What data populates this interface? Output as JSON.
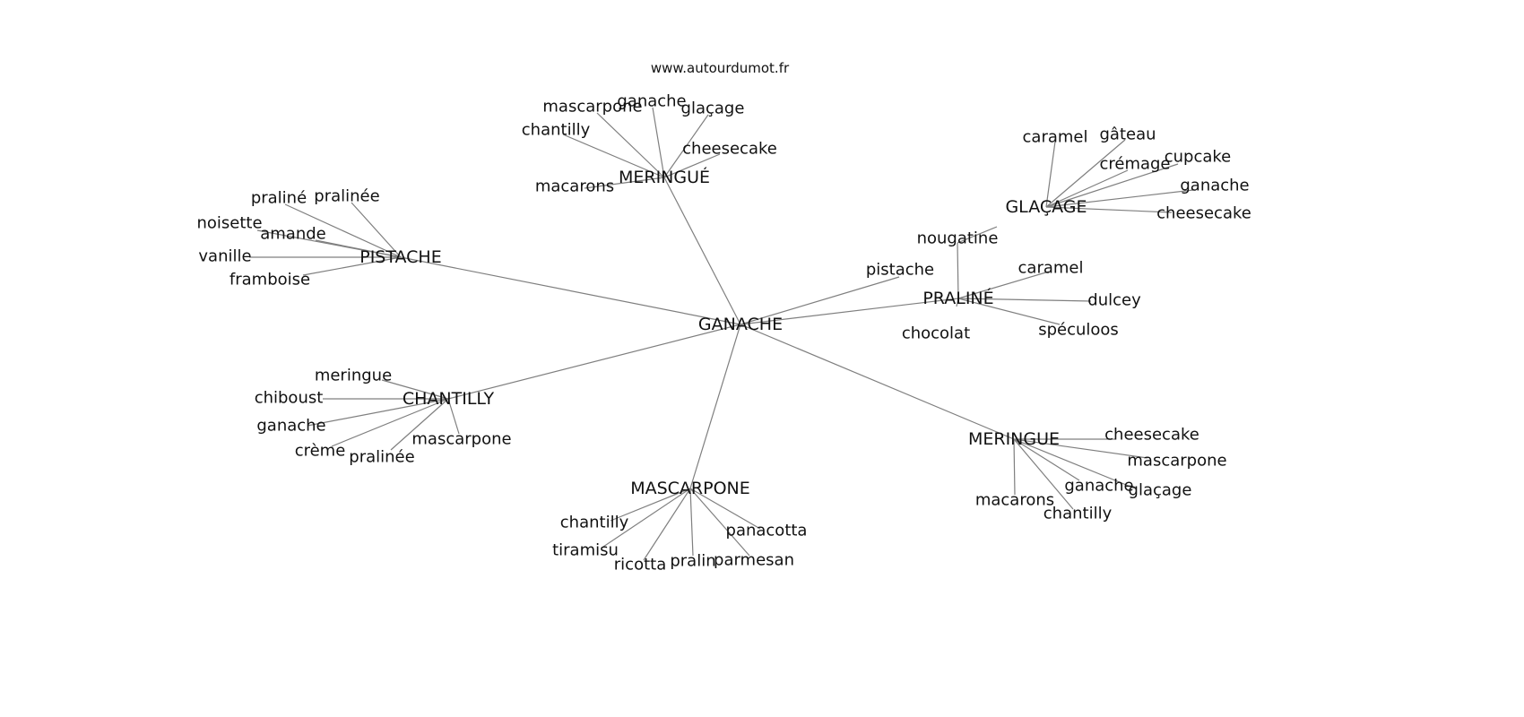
{
  "site_label": "www.autourdumot.fr",
  "graph": {
    "center": "GANACHE",
    "hubs": [
      {
        "id": "pistache",
        "label": "PISTACHE",
        "leaves": [
          "praliné",
          "pralinée",
          "noisette",
          "amande",
          "vanille",
          "framboise"
        ]
      },
      {
        "id": "meringue-accent",
        "label": "MERINGUÉ",
        "leaves": [
          "mascarpone",
          "ganache",
          "glaçage",
          "chantilly",
          "cheesecake",
          "macarons"
        ]
      },
      {
        "id": "praline-hub",
        "label": "PRALINÉ",
        "leaves": [
          "pistache",
          "nougatine",
          "caramel",
          "dulcey",
          "spéculoos",
          "chocolat"
        ]
      },
      {
        "id": "glacage",
        "label": "GLAÇAGE",
        "leaves": [
          "caramel",
          "gâteau",
          "crémage",
          "cupcake",
          "ganache",
          "cheesecake",
          "nougatine"
        ]
      },
      {
        "id": "chantilly-hub",
        "label": "CHANTILLY",
        "leaves": [
          "meringue",
          "chiboust",
          "ganache",
          "crème",
          "pralinée",
          "mascarpone"
        ]
      },
      {
        "id": "mascarpone-hub",
        "label": "MASCARPONE",
        "leaves": [
          "chantilly",
          "tiramisu",
          "ricotta",
          "pralin",
          "parmesan",
          "panacotta"
        ]
      },
      {
        "id": "meringue-plain",
        "label": "MERINGUE",
        "leaves": [
          "cheesecake",
          "mascarpone",
          "ganache",
          "glaçage",
          "macarons",
          "chantilly"
        ]
      }
    ]
  }
}
